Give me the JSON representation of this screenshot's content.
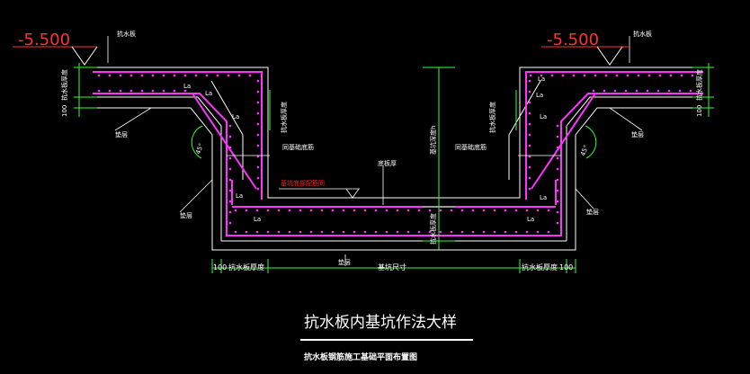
{
  "elevation": {
    "left": "-5.500",
    "right": "-5.500"
  },
  "labels": {
    "slab_left": "抗水板",
    "slab_right": "抗水板",
    "cushion_left": "垫层",
    "cushion_right": "垫层",
    "pit_cushion_left": "垫层",
    "pit_cushion_right": "垫层",
    "bottom_cushion": "垫层",
    "pit_bottom_slab": "底板厚",
    "pit_depth": "基坑深度h",
    "slab_thick_left": "抗水板厚度",
    "slab_thick_right": "抗水板厚度",
    "slab_thick_pit": "抗水板厚度",
    "ten_left": "100",
    "ten_right": "100",
    "anchor_left": "同基础底筋",
    "anchor_right": "同基础底筋",
    "pit_steel": "基坑底部配筋同",
    "angle_left": "45°",
    "angle_right": "45°"
  },
  "la": [
    "La",
    "La",
    "La",
    "La",
    "La",
    "La",
    "La",
    "La",
    "La",
    "La"
  ],
  "dims": {
    "left_100": "100",
    "left_thick": "抗水板厚度",
    "center": "基坑尺寸",
    "right_thick": "抗水板厚度",
    "right_100": "100",
    "pit_cushion": "垫层"
  },
  "title": {
    "main": "抗水板内基坑作法大样",
    "sub": "抗水板钢筋施工基础平面布置图"
  },
  "colors": {
    "rebar": "#ff33ff",
    "outline": "#ffffff",
    "dimension": "#33ff33",
    "elevation": "#ff3333"
  }
}
